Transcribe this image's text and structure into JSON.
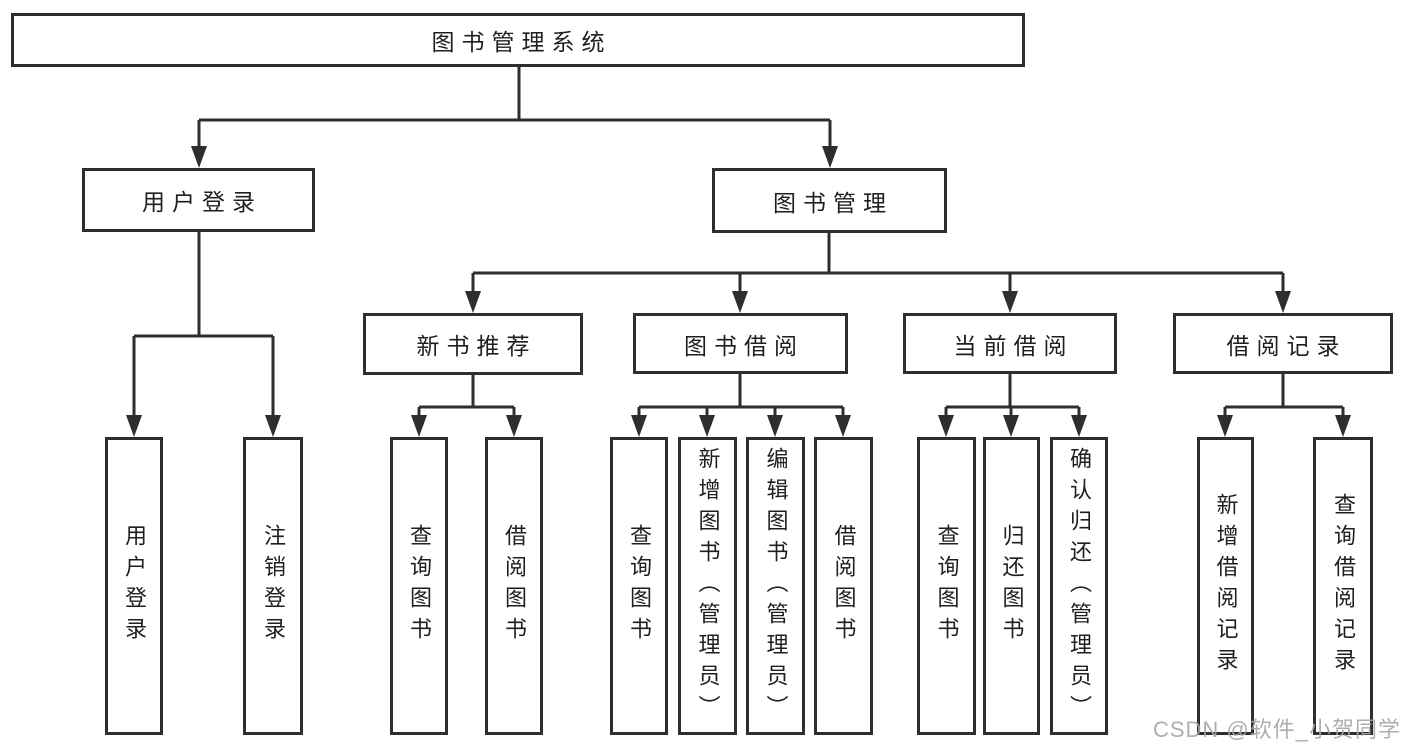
{
  "diagram_type": "functional-structure-tree",
  "colors": {
    "line": "#2e2e2e",
    "text": "#1f1f1f",
    "background": "#ffffff",
    "watermark": "#a6a6a6"
  },
  "tree": {
    "root": "图书管理系统",
    "level2": [
      "用户登录",
      "图书管理"
    ],
    "level3": [
      "新书推荐",
      "图书借阅",
      "当前借阅",
      "借阅记录"
    ],
    "leaves": {
      "user_login": [
        "用户登录",
        "注销登录"
      ],
      "new_book_rec": [
        "查询图书",
        "借阅图书"
      ],
      "book_borrow": [
        "查询图书",
        "新增图书（管理员）",
        "编辑图书（管理员）",
        "借阅图书"
      ],
      "current_borrow": [
        "查询图书",
        "归还图书",
        "确认归还（管理员）"
      ],
      "borrow_record": [
        "新增借阅记录",
        "查询借阅记录"
      ]
    }
  },
  "watermark": {
    "text": "CSDN @软件_小贺同学"
  }
}
